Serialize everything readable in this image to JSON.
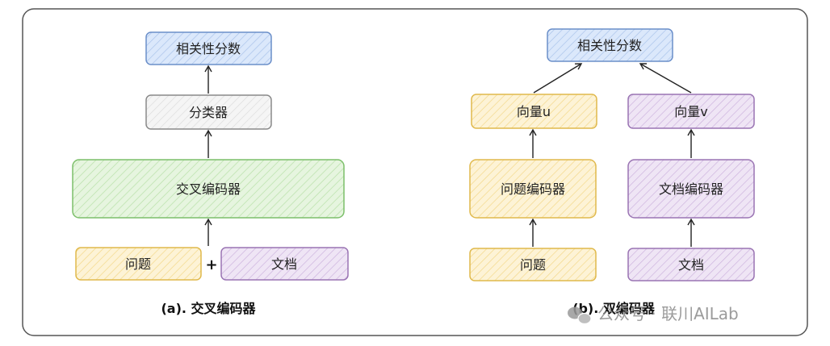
{
  "colors": {
    "blue_fill": "#dbe8fb",
    "blue_stroke": "#6b8fc9",
    "gray_fill": "#f3f3f3",
    "gray_stroke": "#8a8a8a",
    "green_fill": "#e3f4dc",
    "green_stroke": "#7cbf6a",
    "yellow_fill": "#fdf1cf",
    "yellow_stroke": "#e0b94c",
    "purple_fill": "#ece1f3",
    "purple_stroke": "#9a74b3",
    "frame_stroke": "#555555"
  },
  "cross": {
    "score": "相关性分数",
    "classifier": "分类器",
    "encoder": "交叉编码器",
    "question": "问题",
    "plus": "+",
    "document": "文档",
    "caption": "(a). 交叉编码器"
  },
  "bi": {
    "score": "相关性分数",
    "vector_u": "向量u",
    "vector_v": "向量v",
    "question_encoder": "问题编码器",
    "document_encoder": "文档编码器",
    "question": "问题",
    "document": "文档",
    "caption": "(b). 双编码器"
  },
  "watermark": {
    "icon": "wechat-icon",
    "text": "公众号 · 联川AILab"
  }
}
